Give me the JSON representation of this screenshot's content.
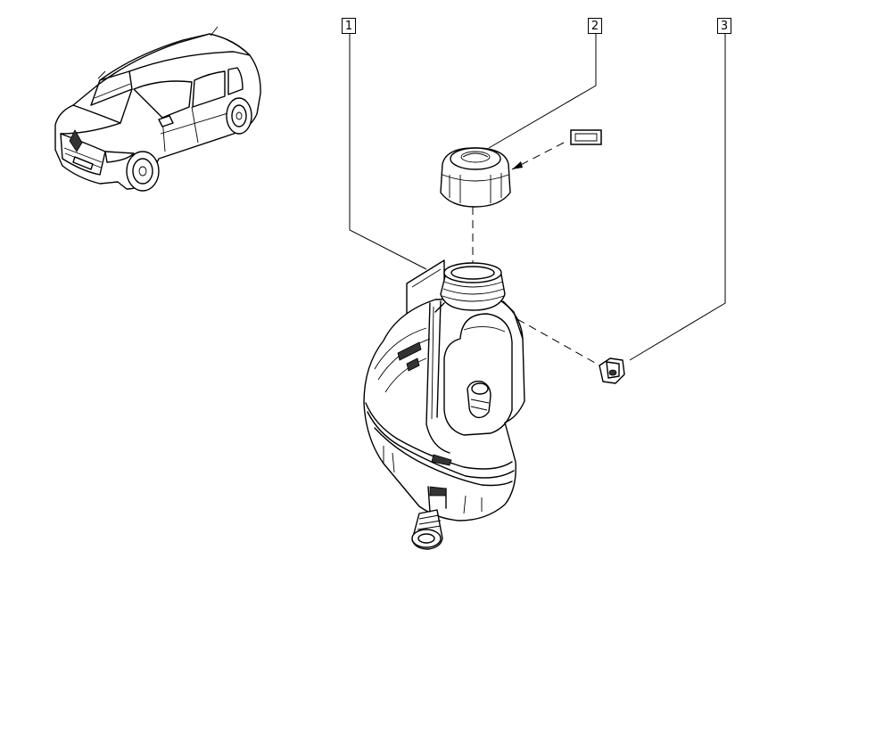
{
  "callouts": [
    {
      "label": "1"
    },
    {
      "label": "2"
    },
    {
      "label": "3"
    }
  ],
  "icons": {
    "vehicle": "vehicle-thumbnail-icon",
    "reservoir": "coolant-expansion-tank-icon",
    "cap": "reservoir-cap-icon",
    "screw": "mounting-screw-icon",
    "tool": "torque-note-icon"
  },
  "colors": {
    "line": "#000000",
    "background": "#ffffff"
  }
}
